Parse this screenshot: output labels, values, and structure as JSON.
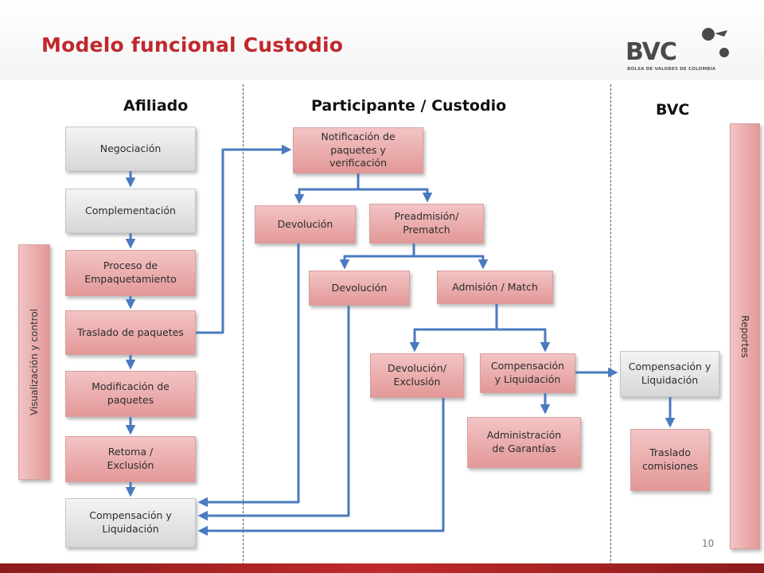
{
  "header": {
    "title": "Modelo funcional Custodio",
    "logo_text": "BVC",
    "logo_subtitle": "BOLSA DE VALORES DE COLOMBIA"
  },
  "columns": {
    "afiliado": "Afiliado",
    "participante": "Participante / Custodio",
    "bvc": "BVC"
  },
  "side_bars": {
    "left": "Visualización y control",
    "right": "Reportes"
  },
  "afiliado_steps": {
    "negociacion": "Negociación",
    "complementacion": "Complementación",
    "empaquetamiento": "Proceso de Empaquetamiento",
    "traslado": "Traslado de paquetes",
    "modificacion": "Modificación de paquetes",
    "retoma": "Retoma / Exclusión",
    "compensacion": "Compensación y Liquidación"
  },
  "custodio_steps": {
    "notificacion": "Notificación de paquetes y verificación",
    "devolucion_1": "Devolución",
    "preadmision": "Preadmisión/ Prematch",
    "devolucion_2": "Devolución",
    "admision": "Admisión / Match",
    "devolucion_exclusion": "Devolución/ Exclusión",
    "compensacion": "Compensación y Liquidación",
    "garantias": "Administración de Garantías"
  },
  "bvc_steps": {
    "compensacion": "Compensación y Liquidación",
    "traslado_comisiones": "Traslado comisiones"
  },
  "colors": {
    "title": "#c0282d",
    "arrow": "#4a7abf",
    "red_box": "#e8a8a8",
    "gray_box": "#e0e0e0"
  },
  "page_number": "10"
}
